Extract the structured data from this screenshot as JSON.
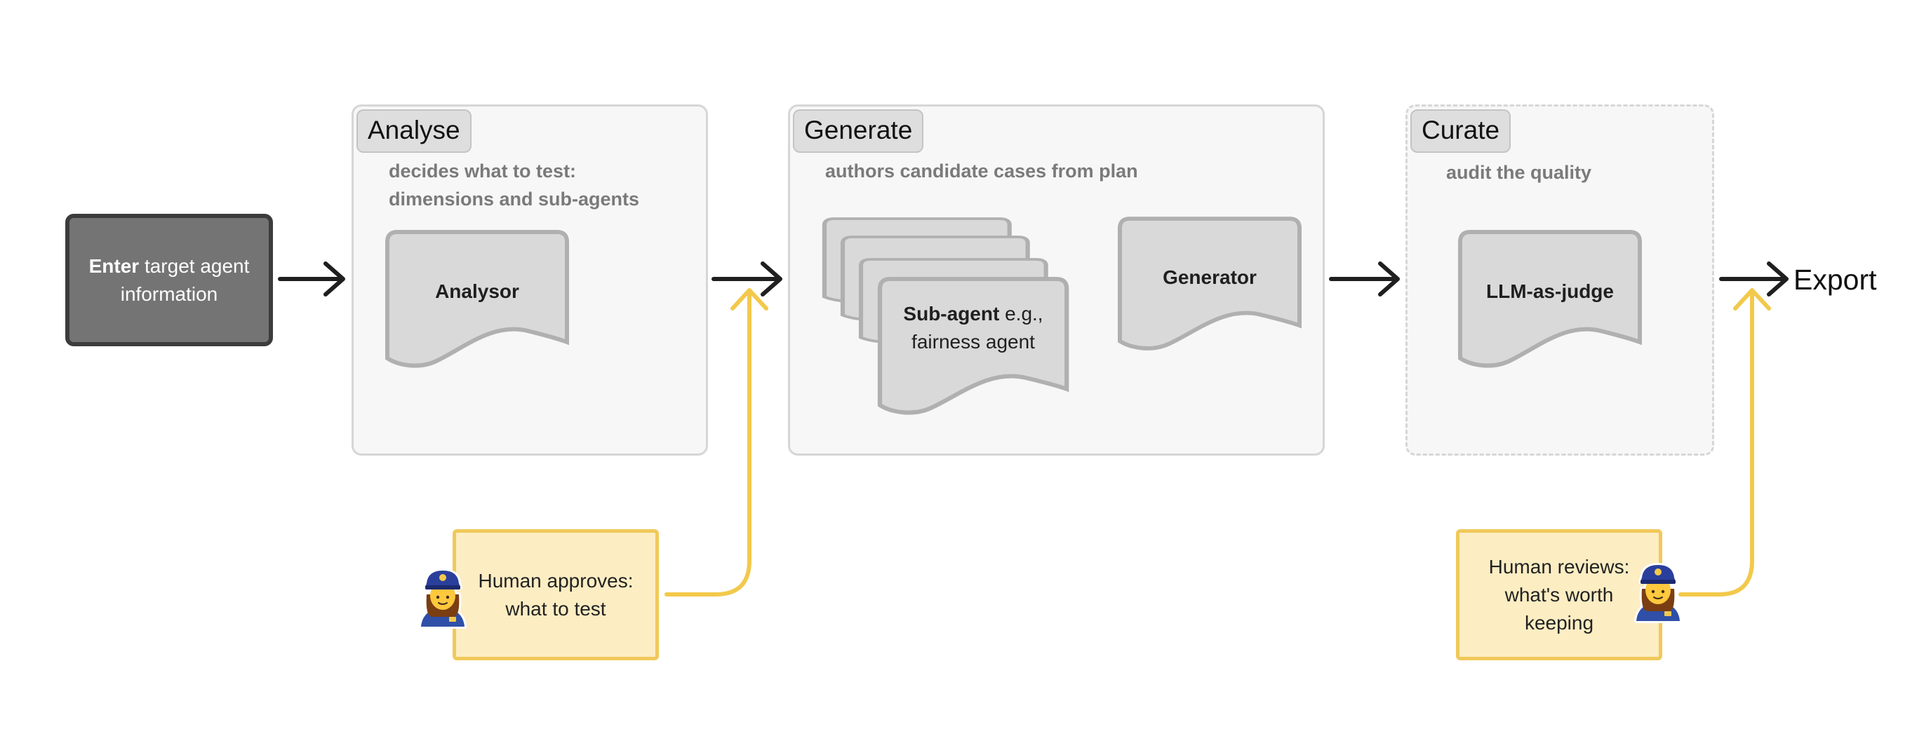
{
  "start": {
    "bold": "Enter",
    "rest": "target agent information"
  },
  "stages": {
    "analyse": {
      "title": "Analyse",
      "description_lines": [
        "decides what to test:",
        "dimensions and sub-agents"
      ],
      "doc": "Analysor",
      "border": "solid"
    },
    "generate": {
      "title": "Generate",
      "description": "authors candidate cases from plan",
      "subagent": {
        "bold": "Sub-agent",
        "rest": "e.g.,",
        "line2": "fairness agent"
      },
      "doc": "Generator",
      "border": "solid"
    },
    "curate": {
      "title": "Curate",
      "description": "audit the quality",
      "doc": "LLM-as-judge",
      "border": "dashed"
    }
  },
  "humans": {
    "approve": {
      "lines": [
        "Human approves:",
        "what to test"
      ],
      "icon": "police-officer-woman-icon"
    },
    "review": {
      "lines": [
        "Human reviews:",
        "what's worth",
        "keeping"
      ],
      "icon": "police-officer-woman-icon"
    }
  },
  "export": {
    "label": "Export"
  },
  "colors": {
    "arrow": "#1f1f1f",
    "human_arrow": "#f2c94c",
    "human_fill": "#fcedc3",
    "human_border": "#f0c95a",
    "stage_fill": "#f7f7f7",
    "stage_border": "#d6d6d6",
    "doc_fill": "#d9d9d9",
    "doc_border": "#b0b0b0",
    "start_fill": "#747474",
    "start_border": "#3c3c3c"
  }
}
